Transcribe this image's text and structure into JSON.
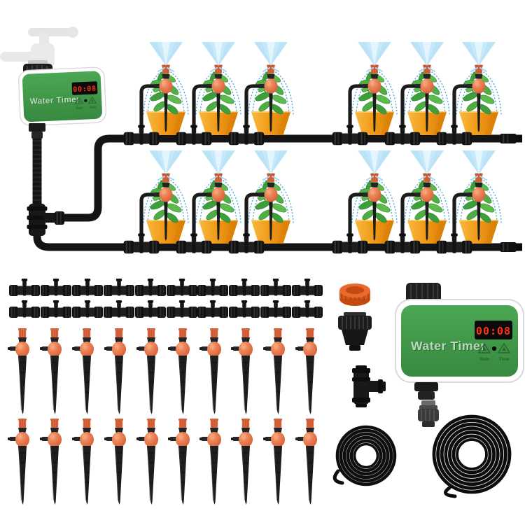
{
  "timer": {
    "label": "Water Timer",
    "display": "00:08",
    "button_left": "Rain",
    "button_right": "Time"
  },
  "kit": {
    "potted_plants": {
      "rows": 2,
      "per_row": 6,
      "total": 12
    },
    "tee_connectors": {
      "rows": 2,
      "per_row": 10,
      "total": 20
    },
    "drip_stakes": {
      "rows": 2,
      "per_row": 10,
      "total": 20
    },
    "water_timers": 2,
    "tubing_coils": 2,
    "single_parts": [
      "orange-faucet-washer",
      "faucet-adapter",
      "large-tee-connector",
      "quick-connector"
    ]
  },
  "colors": {
    "timer_green": "#3f9a47",
    "display_red": "#ff3214",
    "pot_orange": "#f09a18",
    "mist_blue": "#aadcf5",
    "nozzle_orange": "#dd6840",
    "tubing_black": "#151515"
  }
}
